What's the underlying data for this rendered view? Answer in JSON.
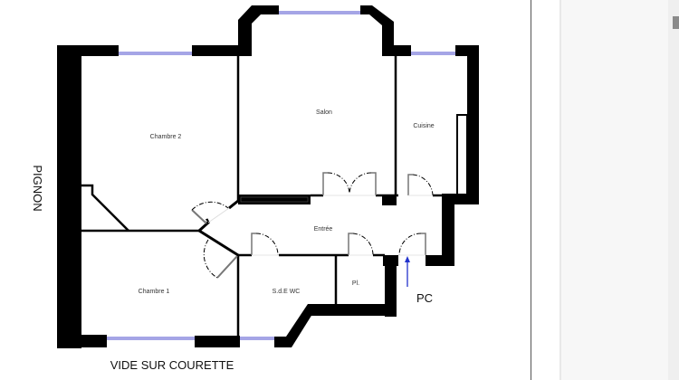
{
  "floor_plan": {
    "rooms": [
      {
        "id": "chambre2",
        "label": "Chambre 2"
      },
      {
        "id": "salon",
        "label": "Salon"
      },
      {
        "id": "cuisine",
        "label": "Cuisine"
      },
      {
        "id": "entree",
        "label": "Entrée"
      },
      {
        "id": "chambre1",
        "label": "Chambre 1"
      },
      {
        "id": "sde_wc",
        "label": "S.d.E WC"
      },
      {
        "id": "placard",
        "label": "Pl."
      }
    ],
    "annotations": {
      "left_side": "PIGNON",
      "bottom": "VIDE SUR COURETTE",
      "entrance": "PC"
    },
    "colors": {
      "wall": "#000000",
      "window": "#6f6fd8",
      "entrance_arrow": "#2233cc"
    }
  },
  "viewer": {
    "scrollbar": {
      "position": "top"
    }
  }
}
